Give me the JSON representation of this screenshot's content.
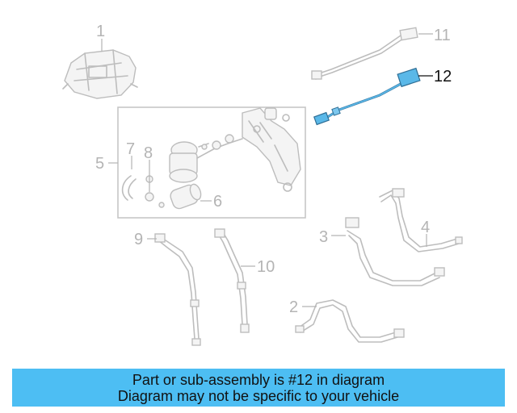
{
  "callouts": {
    "c1": "1",
    "c2": "2",
    "c3": "3",
    "c4": "4",
    "c5": "5",
    "c6": "6",
    "c7": "7",
    "c8": "8",
    "c9": "9",
    "c10": "10",
    "c11": "11",
    "c12": "12"
  },
  "highlighted_part": "12",
  "colors": {
    "banner": "#4dbef3",
    "highlight_part": "#5ab8e8",
    "parts": "#bdbdbd"
  },
  "banner": {
    "line1": "Part or sub-assembly is #12 in diagram",
    "line2": "Diagram may not be specific to your vehicle"
  }
}
